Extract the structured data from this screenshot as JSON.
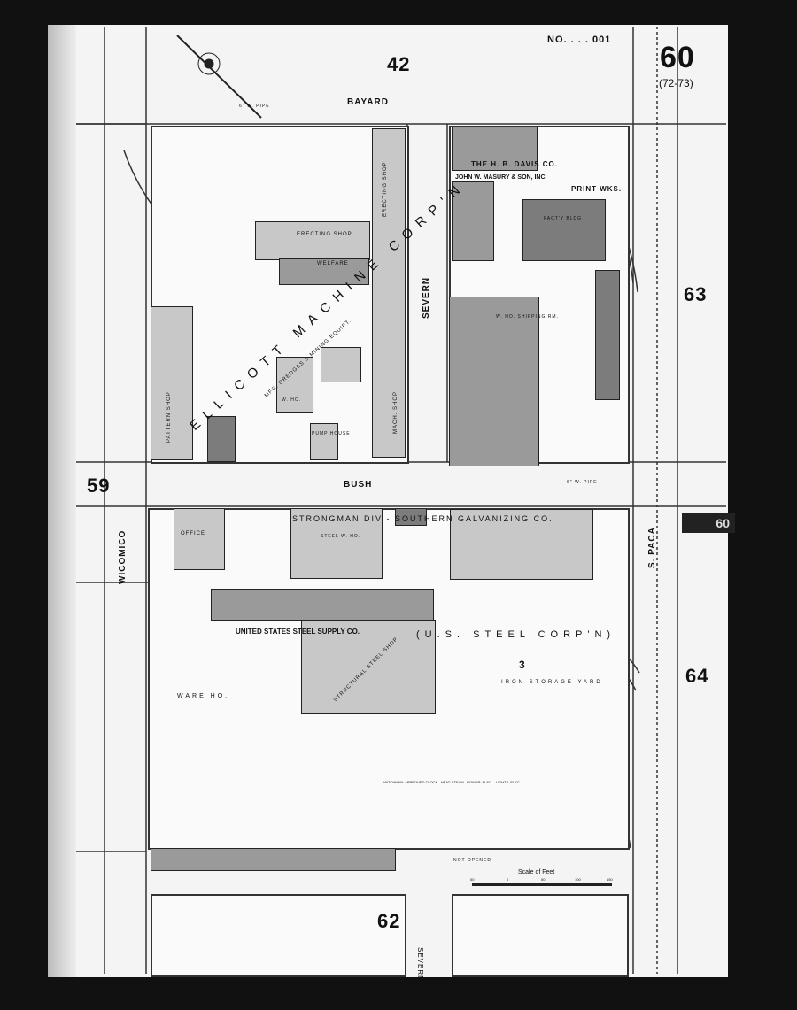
{
  "sheet": {
    "number": "60",
    "sub_pages": "(72-73)",
    "volume_note": "NO. . . . 001",
    "tab_number": "60"
  },
  "streets": {
    "top": "BAYARD",
    "middle": "BUSH",
    "center_vertical": "SEVERN",
    "left": "WICOMICO",
    "right": "S. PACA",
    "bottom": "SEVERN ST"
  },
  "adjacent_sheets": {
    "top": "42",
    "right_upper": "63",
    "right_lower": "64",
    "bottom": "62",
    "left": "59"
  },
  "buildings": {
    "ellicott": "ELLICOTT MACHINE CORP'N",
    "ellicott_sub": "MFG. DREDGES & MINING EQUIPT.",
    "erecting_shop": "ERECTING SHOP",
    "erecting_shop_2": "ERECTING SHOP",
    "mach_shop": "MACH. SHOP",
    "pattern_shop": "PATTERN SHOP",
    "welfare": "WELFARE",
    "pump_house": "PUMP HOUSE",
    "w_ho": "W. HO.",
    "hb_davis": "THE H. B. DAVIS CO.",
    "masury": "JOHN W. MASURY & SON, INC.",
    "print_wks": "PRINT WKS.",
    "shipping_rm": "W. HO. SHIPPING RM.",
    "factory_bldg": "FACT'Y BLDG",
    "strongman": "STRONGMAN DIV - SOUTHERN GALVANIZING CO.",
    "steel_w_ho": "STEEL W. HO.",
    "office": "OFFICE",
    "us_steel_supply": "UNITED STATES STEEL SUPPLY CO.",
    "us_steel_corp": "(U.S. STEEL CORP'N)",
    "structural_shop": "STRUCTURAL STEEL SHOP",
    "ware_ho": "WARE HO.",
    "iron_storage": "IRON STORAGE YARD",
    "lot_number": "3"
  },
  "notes": {
    "watchman": "WATCHMAN: APPROVED CLOCK - HEAT: STEAM - POWER: ELEC. - LIGHTS: ELEC.",
    "not_opened": "NOT OPENED",
    "pipe_top": "6\" W. PIPE",
    "pipe_bush": "6\" W. PIPE"
  },
  "scale": {
    "title": "Scale of Feet",
    "ticks": [
      "50",
      "0",
      "50",
      "100",
      "150"
    ]
  }
}
